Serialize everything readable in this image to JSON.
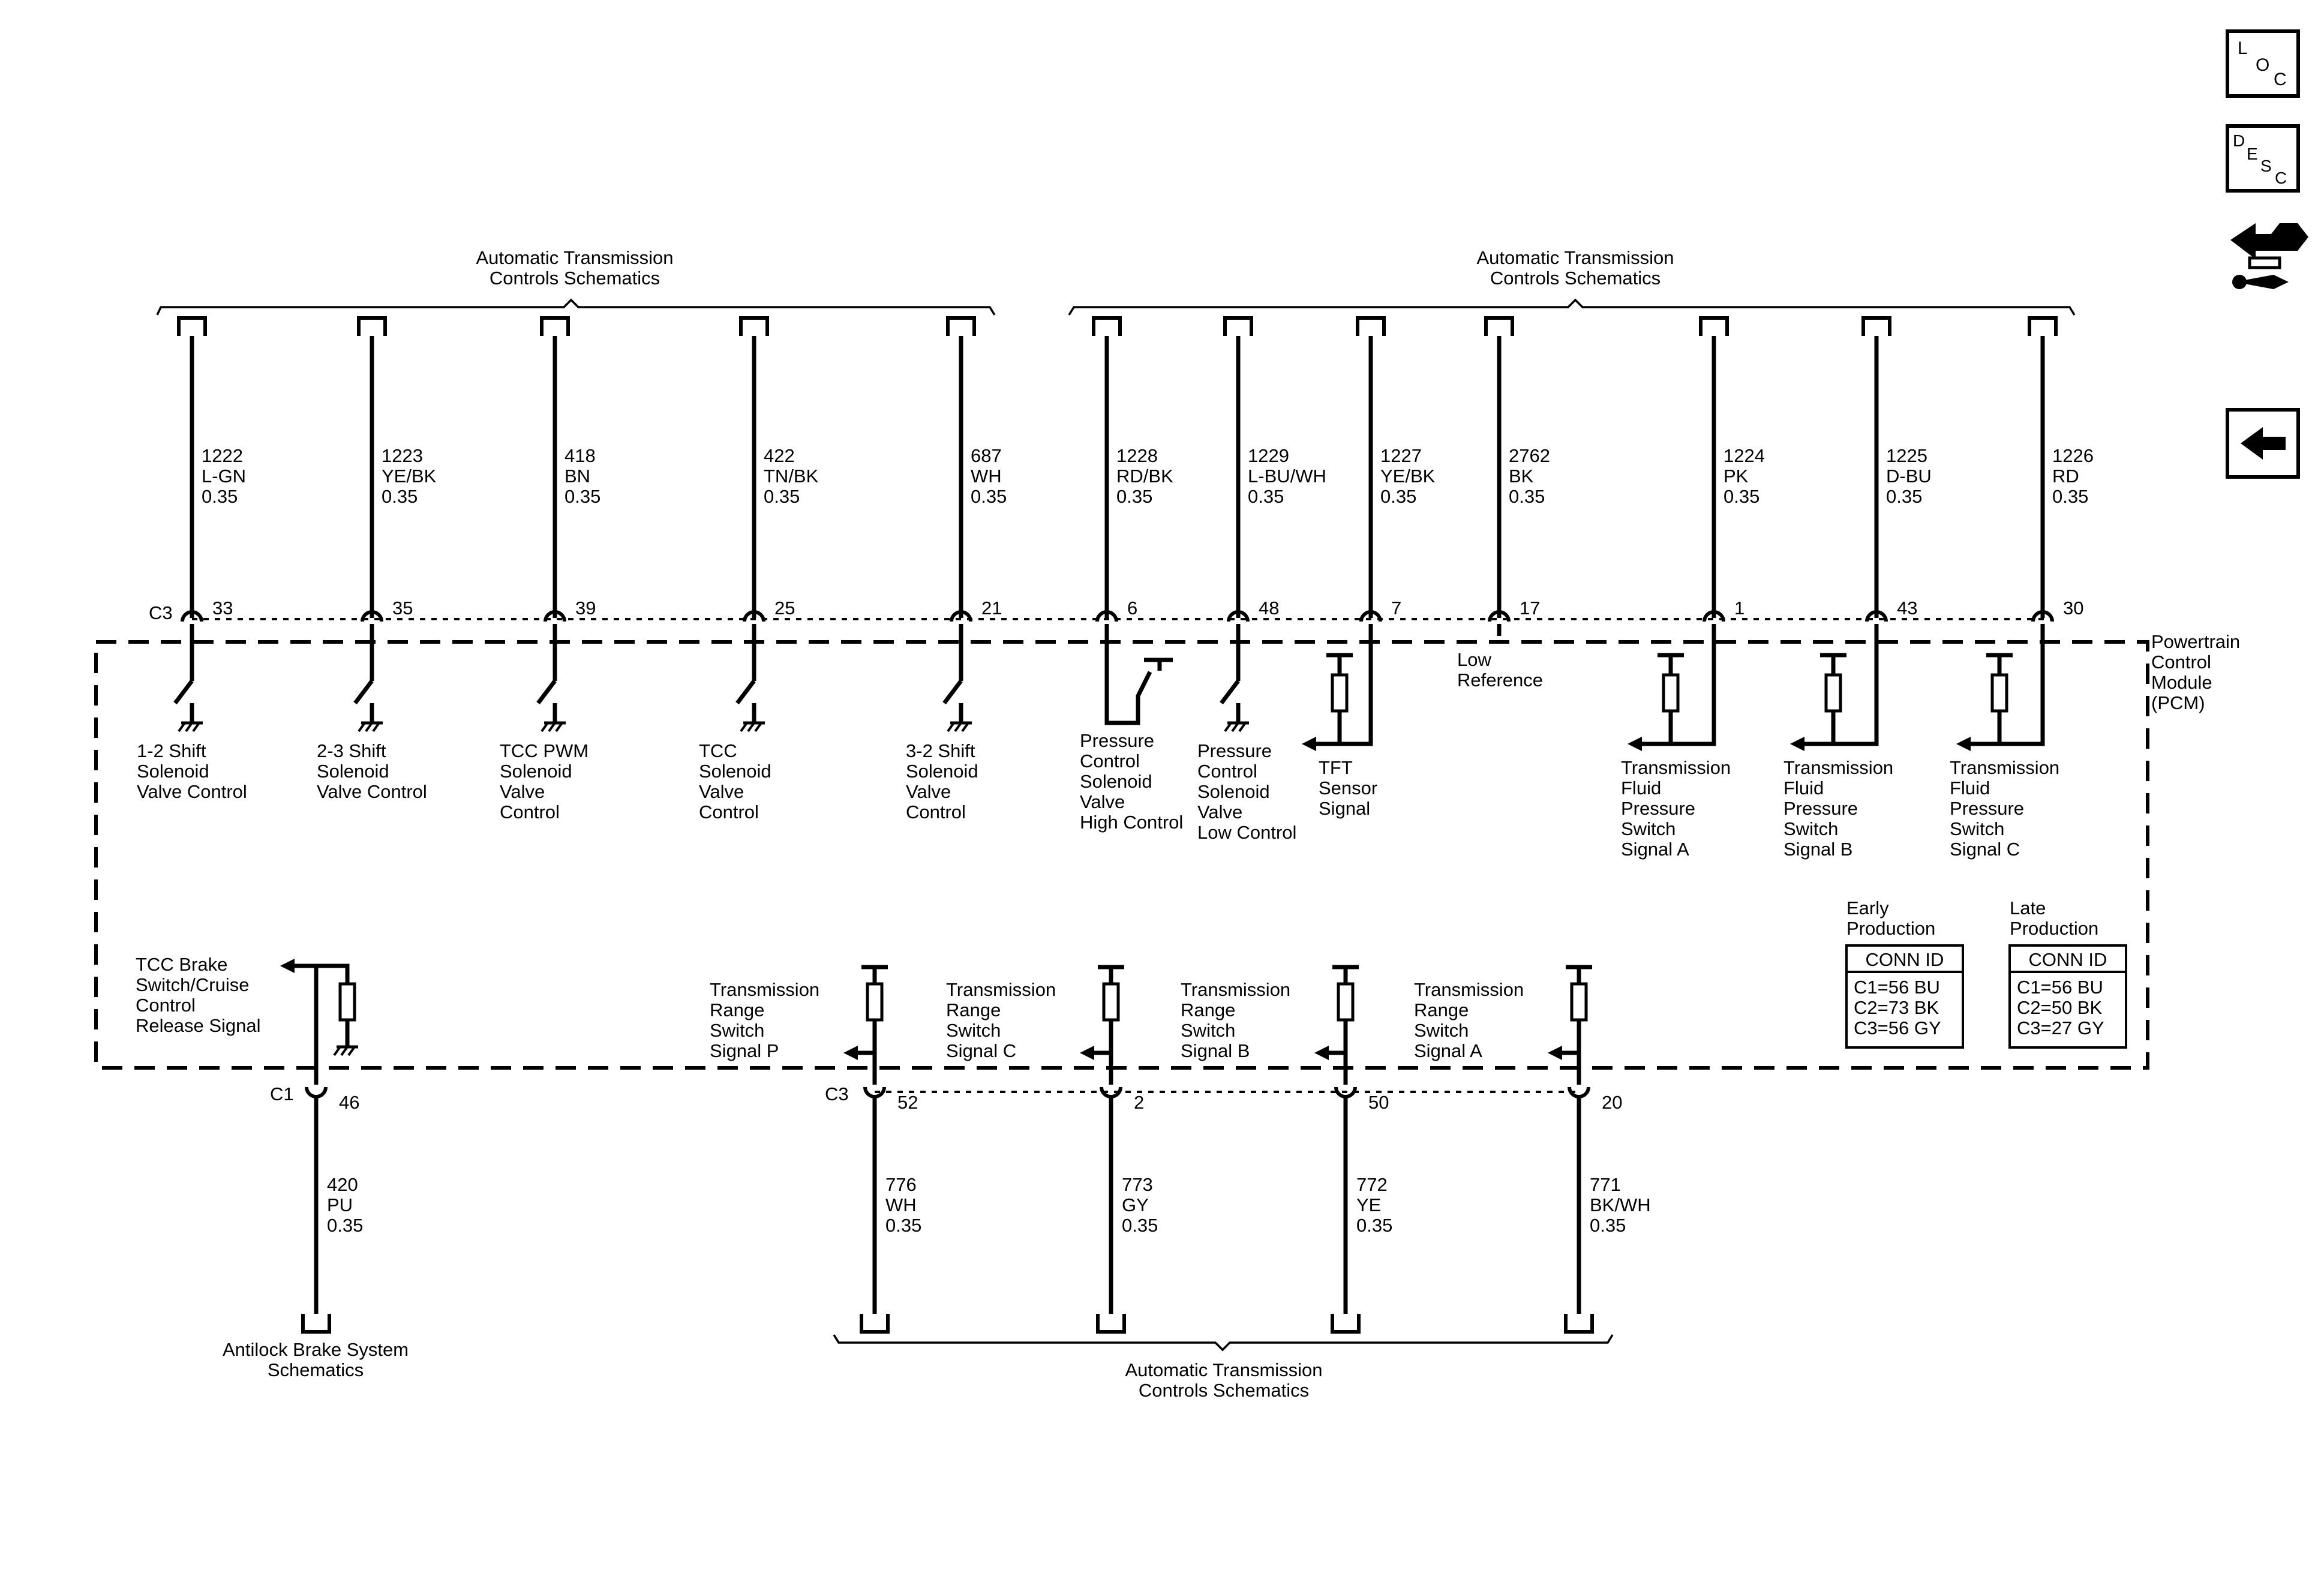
{
  "harness_labels": {
    "top_left": [
      "Automatic Transmission",
      "Controls Schematics"
    ],
    "top_right": [
      "Automatic Transmission",
      "Controls Schematics"
    ],
    "bottom": [
      "Automatic Transmission",
      "Controls Schematics"
    ],
    "abs": [
      "Antilock Brake System",
      "Schematics"
    ]
  },
  "module_label": [
    "Powertrain",
    "Control",
    "Module",
    "(PCM)"
  ],
  "connectors": {
    "top": "C3",
    "bottom_left": "C1",
    "bottom_mid": "C3"
  },
  "top_circuits": [
    {
      "circuit": "1222",
      "color": "L-GN",
      "gauge": "0.35",
      "pin": "33",
      "function": [
        "1-2 Shift",
        "Solenoid",
        "Valve Control"
      ]
    },
    {
      "circuit": "1223",
      "color": "YE/BK",
      "gauge": "0.35",
      "pin": "35",
      "function": [
        "2-3 Shift",
        "Solenoid",
        "Valve Control"
      ]
    },
    {
      "circuit": "418",
      "color": "BN",
      "gauge": "0.35",
      "pin": "39",
      "function": [
        "TCC PWM",
        "Solenoid",
        "Valve",
        "Control"
      ]
    },
    {
      "circuit": "422",
      "color": "TN/BK",
      "gauge": "0.35",
      "pin": "25",
      "function": [
        "TCC",
        "Solenoid",
        "Valve",
        "Control"
      ]
    },
    {
      "circuit": "687",
      "color": "WH",
      "gauge": "0.35",
      "pin": "21",
      "function": [
        "3-2 Shift",
        "Solenoid",
        "Valve",
        "Control"
      ]
    },
    {
      "circuit": "1228",
      "color": "RD/BK",
      "gauge": "0.35",
      "pin": "6",
      "function": [
        "Pressure",
        "Control",
        "Solenoid",
        "Valve",
        "High Control"
      ]
    },
    {
      "circuit": "1229",
      "color": "L-BU/WH",
      "gauge": "0.35",
      "pin": "48",
      "function": [
        "Pressure",
        "Control",
        "Solenoid",
        "Valve",
        "Low Control"
      ]
    },
    {
      "circuit": "1227",
      "color": "YE/BK",
      "gauge": "0.35",
      "pin": "7",
      "function": [
        "TFT",
        "Sensor",
        "Signal"
      ]
    },
    {
      "circuit": "2762",
      "color": "BK",
      "gauge": "0.35",
      "pin": "17",
      "function": [
        "Low",
        "Reference"
      ]
    },
    {
      "circuit": "1224",
      "color": "PK",
      "gauge": "0.35",
      "pin": "1",
      "function": [
        "Transmission",
        "Fluid",
        "Pressure",
        "Switch",
        "Signal A"
      ]
    },
    {
      "circuit": "1225",
      "color": "D-BU",
      "gauge": "0.35",
      "pin": "43",
      "function": [
        "Transmission",
        "Fluid",
        "Pressure",
        "Switch",
        "Signal B"
      ]
    },
    {
      "circuit": "1226",
      "color": "RD",
      "gauge": "0.35",
      "pin": "30",
      "function": [
        "Transmission",
        "Fluid",
        "Pressure",
        "Switch",
        "Signal C"
      ]
    }
  ],
  "bottom_circuits": [
    {
      "circuit": "420",
      "color": "PU",
      "gauge": "0.35",
      "pin": "46",
      "function": [
        "TCC Brake",
        "Switch/Cruise",
        "Control",
        "Release Signal"
      ]
    },
    {
      "circuit": "776",
      "color": "WH",
      "gauge": "0.35",
      "pin": "52",
      "function": [
        "Transmission",
        "Range",
        "Switch",
        "Signal P"
      ]
    },
    {
      "circuit": "773",
      "color": "GY",
      "gauge": "0.35",
      "pin": "2",
      "function": [
        "Transmission",
        "Range",
        "Switch",
        "Signal C"
      ]
    },
    {
      "circuit": "772",
      "color": "YE",
      "gauge": "0.35",
      "pin": "50",
      "function": [
        "Transmission",
        "Range",
        "Switch",
        "Signal B"
      ]
    },
    {
      "circuit": "771",
      "color": "BK/WH",
      "gauge": "0.35",
      "pin": "20",
      "function": [
        "Transmission",
        "Range",
        "Switch",
        "Signal A"
      ]
    }
  ],
  "conn_id_tables": [
    {
      "heading": [
        "Early",
        "Production"
      ],
      "title": "CONN ID",
      "rows": [
        "C1=56 BU",
        "C2=73 BK",
        "C3=56 GY"
      ]
    },
    {
      "heading": [
        "Late",
        "Production"
      ],
      "title": "CONN ID",
      "rows": [
        "C1=56 BU",
        "C2=50 BK",
        "C3=27 GY"
      ]
    }
  ],
  "nav_buttons": [
    {
      "name": "loc-button",
      "icon": "loc-icon",
      "letters": [
        "L",
        "O",
        "C"
      ]
    },
    {
      "name": "desc-button",
      "icon": "desc-icon",
      "letters": [
        "D",
        "E",
        "S",
        "C"
      ]
    },
    {
      "name": "connector-end-view-button",
      "icon": "connector-wrench-icon"
    },
    {
      "name": "back-button",
      "icon": "back-arrow-icon"
    }
  ]
}
